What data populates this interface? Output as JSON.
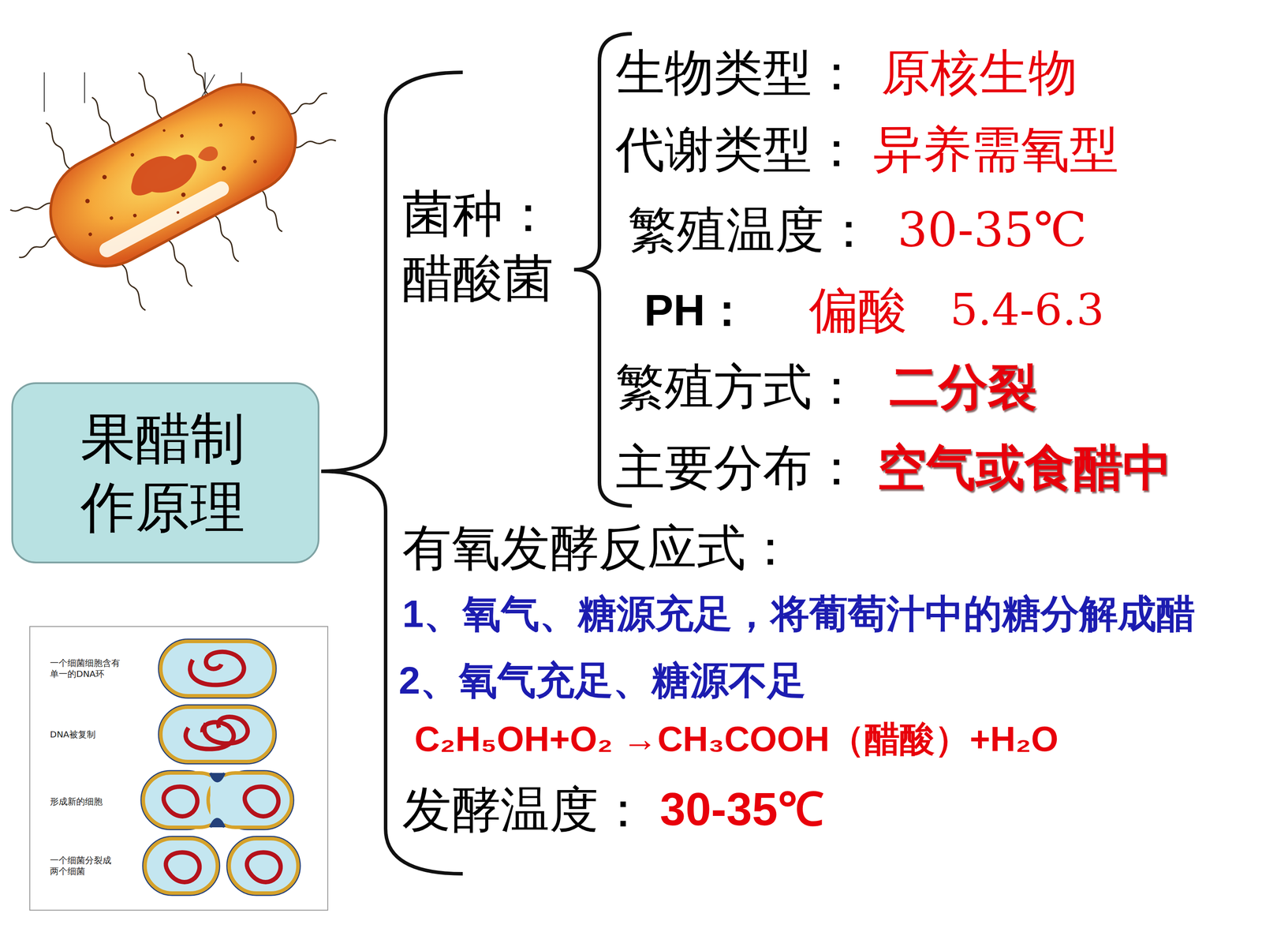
{
  "diagram": {
    "nodes": [
      {
        "text": [
          "果醋制作原理"
        ]
      }
    ],
    "labels": [
      "菌种：",
      "醋酸菌",
      "生物类型：",
      "原核生物",
      "代谢类型：",
      "异养需氧型",
      "繁殖温度：",
      "30-35℃",
      "PH：",
      "偏酸",
      "5.4-6.3",
      "繁殖方式：",
      "二分裂",
      "主要分布：",
      "空气或食醋中",
      "有氧发酵反应式：",
      "1、氧气、糖源充足，将葡萄汁中的糖分解成醋",
      "2、氧气充足、糖源不足",
      "C₂H₅OH+O₂ →CH₃COOH（醋酸）+H₂O",
      "发酵温度：",
      "30-35℃",
      "一个细菌细胞含有单一的DNA环",
      "DNA被复制",
      "形成新的细胞",
      "一个细菌分裂成两个细菌"
    ]
  }
}
